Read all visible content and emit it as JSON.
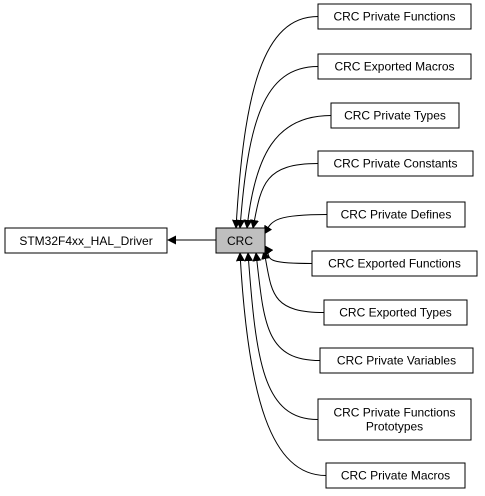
{
  "parent": {
    "label": "STM32F4xx_HAL_Driver"
  },
  "center": {
    "label": "CRC"
  },
  "children": [
    {
      "lines": [
        "CRC Private Functions"
      ]
    },
    {
      "lines": [
        "CRC Exported Macros"
      ]
    },
    {
      "lines": [
        "CRC Private Types"
      ]
    },
    {
      "lines": [
        "CRC Private Constants"
      ]
    },
    {
      "lines": [
        "CRC Private Defines"
      ]
    },
    {
      "lines": [
        "CRC Exported Functions"
      ]
    },
    {
      "lines": [
        "CRC Exported Types"
      ]
    },
    {
      "lines": [
        "CRC Private Variables"
      ]
    },
    {
      "lines": [
        "CRC Private Functions",
        "Prototypes"
      ]
    },
    {
      "lines": [
        "CRC Private Macros"
      ]
    }
  ],
  "colors": {
    "center_fill": "#bfbfbf",
    "node_fill": "#ffffff",
    "stroke": "#000000"
  }
}
